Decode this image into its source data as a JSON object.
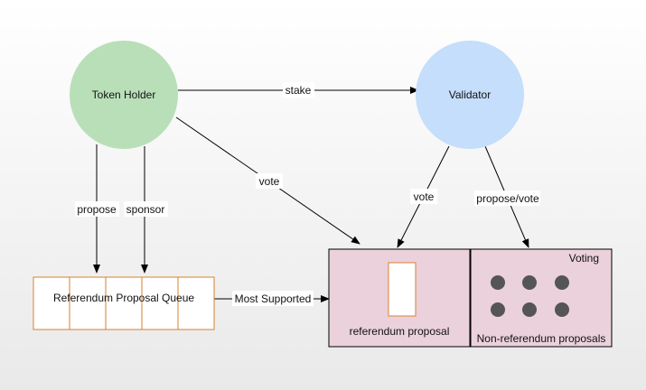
{
  "nodes": {
    "token_holder": {
      "label": "Token Holder",
      "color": "#b9dfb9"
    },
    "validator": {
      "label": "Validator",
      "color": "#c4defb"
    }
  },
  "queue": {
    "label": "Referendum Proposal Queue",
    "cell_count": 5,
    "border_color": "#d9822b"
  },
  "voting_area": {
    "fill": "#ead1dc",
    "left_caption": "referendum proposal",
    "right_title": "Voting",
    "right_caption": "Non-referendum proposals",
    "dot_count": 6,
    "dot_color": "#555555"
  },
  "edges": {
    "stake": "stake",
    "vote_holder": "vote",
    "propose": "propose",
    "sponsor": "sponsor",
    "vote_validator": "vote",
    "propose_vote": "propose/vote",
    "most_supported": "Most Supported"
  }
}
